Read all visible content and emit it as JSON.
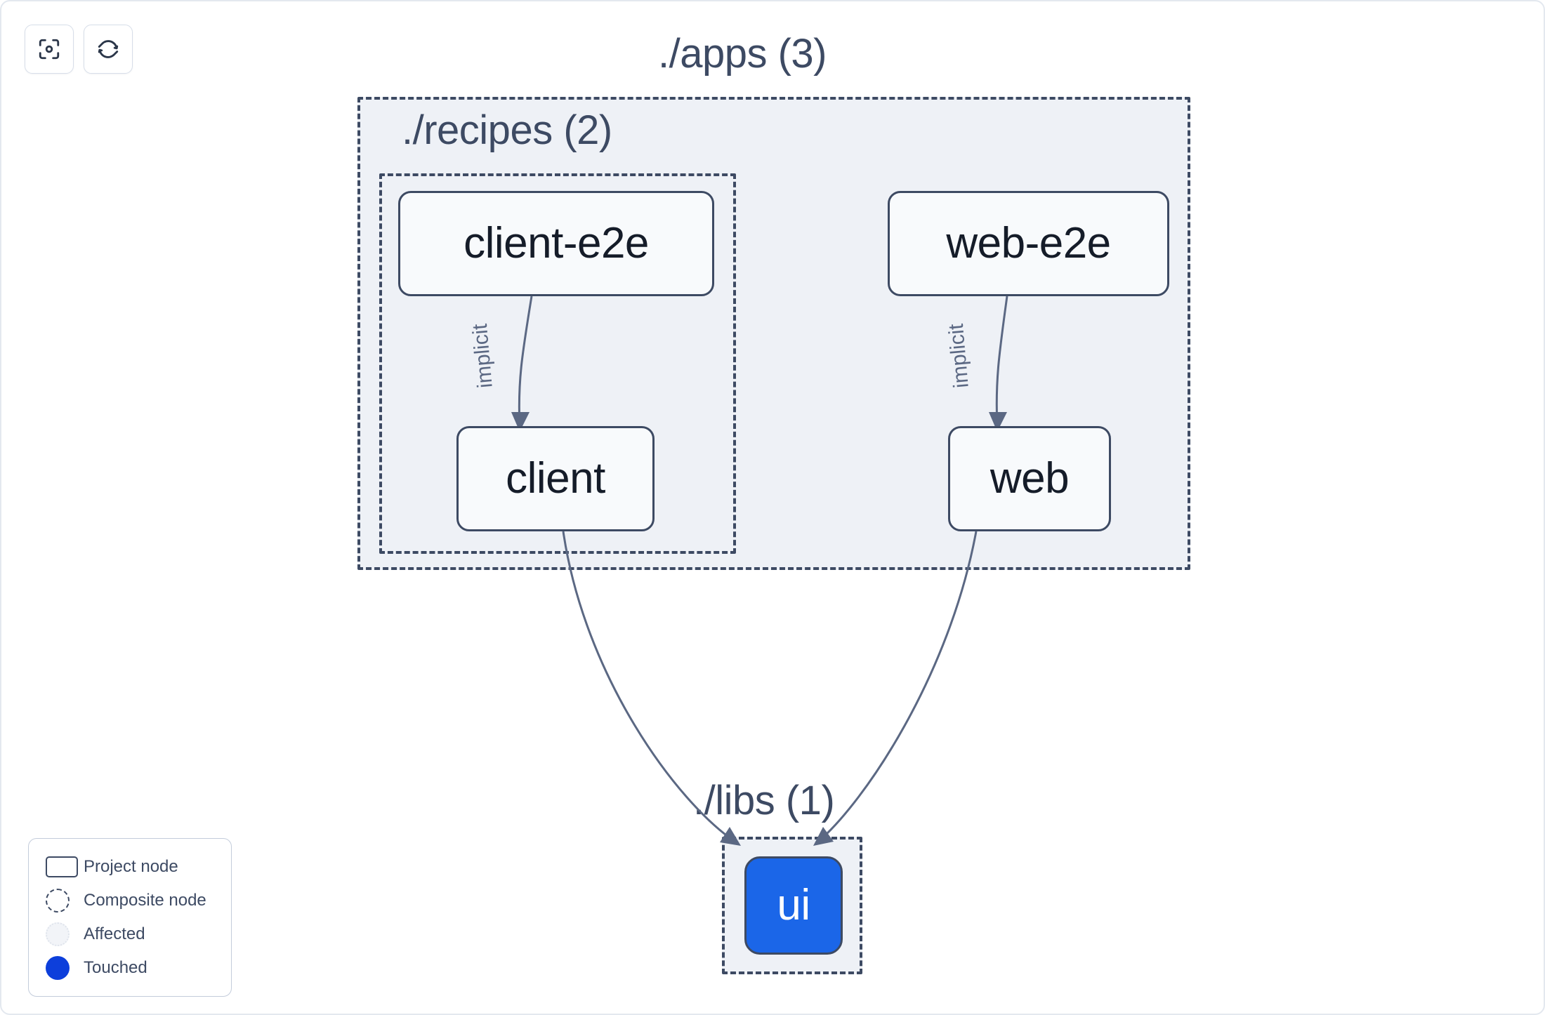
{
  "toolbar": {
    "buttons": [
      {
        "name": "focus-target-button",
        "icon": "focus-target-icon",
        "label": ""
      },
      {
        "name": "refresh-button",
        "icon": "refresh-icon",
        "label": ""
      }
    ]
  },
  "graph": {
    "groups": [
      {
        "id": "apps",
        "label": "./apps (3)"
      },
      {
        "id": "recipes",
        "label": "./recipes (2)"
      },
      {
        "id": "libs",
        "label": "./libs (1)"
      }
    ],
    "nodes": [
      {
        "id": "client-e2e",
        "label": "client-e2e",
        "state": "project"
      },
      {
        "id": "web-e2e",
        "label": "web-e2e",
        "state": "project"
      },
      {
        "id": "client",
        "label": "client",
        "state": "project"
      },
      {
        "id": "web",
        "label": "web",
        "state": "project"
      },
      {
        "id": "ui",
        "label": "ui",
        "state": "touched"
      }
    ],
    "edges": [
      {
        "from": "client-e2e",
        "to": "client",
        "label": "implicit"
      },
      {
        "from": "web-e2e",
        "to": "web",
        "label": "implicit"
      },
      {
        "from": "client",
        "to": "ui",
        "label": ""
      },
      {
        "from": "web",
        "to": "ui",
        "label": ""
      }
    ]
  },
  "legend": {
    "items": [
      {
        "swatch": "project-node-swatch",
        "label": "Project node"
      },
      {
        "swatch": "composite-node-swatch",
        "label": "Composite node"
      },
      {
        "swatch": "affected-swatch",
        "label": "Affected"
      },
      {
        "swatch": "touched-swatch",
        "label": "Touched"
      }
    ]
  },
  "colors": {
    "touched": "#1b66e8",
    "touched_legend": "#0d3fdb",
    "group_fill": "#eef1f6",
    "group_border": "#3d4a63",
    "node_fill": "#f8fafc",
    "node_border": "#3d4a63",
    "edge": "#5b6883",
    "text": "#151c29",
    "canvas": "#ffffff"
  }
}
